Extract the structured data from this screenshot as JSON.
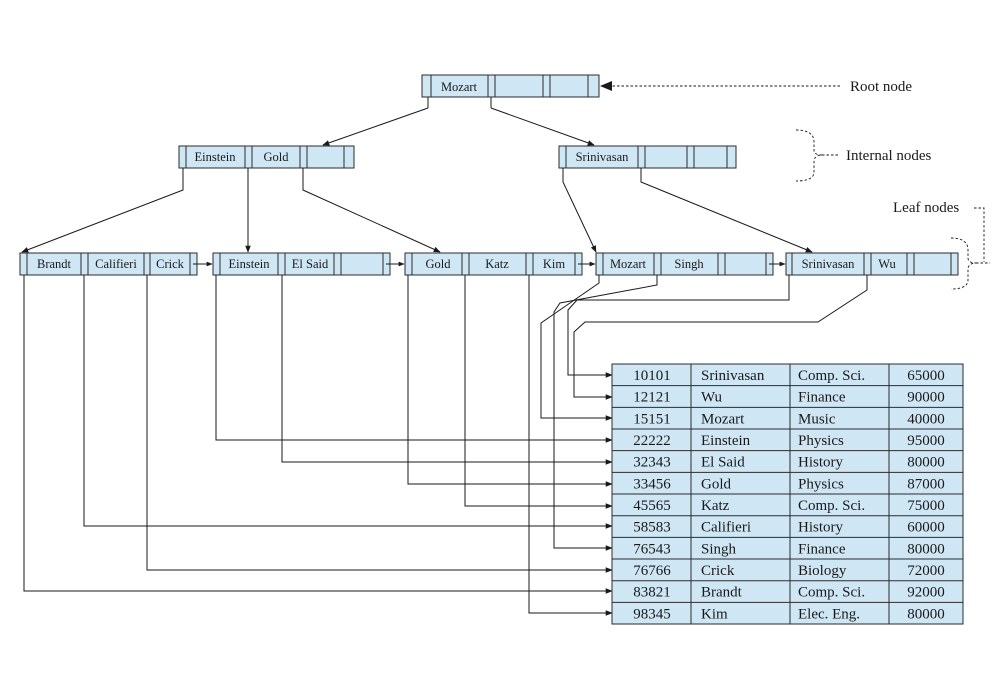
{
  "nodes": {
    "root": [
      "Mozart"
    ],
    "internal_1": [
      "Einstein",
      "Gold"
    ],
    "internal_2": [
      "Srinivasan"
    ],
    "leaf_1": [
      "Brandt",
      "Califieri",
      "Crick"
    ],
    "leaf_2": [
      "Einstein",
      "El Said"
    ],
    "leaf_3": [
      "Gold",
      "Katz",
      "Kim"
    ],
    "leaf_4": [
      "Mozart",
      "Singh"
    ],
    "leaf_5": [
      "Srinivasan",
      "Wu"
    ]
  },
  "labels": {
    "root": "Root node",
    "internal": "Internal nodes",
    "leaf": "Leaf nodes"
  },
  "table": {
    "rows": [
      [
        "10101",
        "Srinivasan",
        "Comp. Sci.",
        "65000"
      ],
      [
        "12121",
        "Wu",
        "Finance",
        "90000"
      ],
      [
        "15151",
        "Mozart",
        "Music",
        "40000"
      ],
      [
        "22222",
        "Einstein",
        "Physics",
        "95000"
      ],
      [
        "32343",
        "El Said",
        "History",
        "80000"
      ],
      [
        "33456",
        "Gold",
        "Physics",
        "87000"
      ],
      [
        "45565",
        "Katz",
        "Comp. Sci.",
        "75000"
      ],
      [
        "58583",
        "Califieri",
        "History",
        "60000"
      ],
      [
        "76543",
        "Singh",
        "Finance",
        "80000"
      ],
      [
        "76766",
        "Crick",
        "Biology",
        "72000"
      ],
      [
        "83821",
        "Brandt",
        "Comp. Sci.",
        "92000"
      ],
      [
        "98345",
        "Kim",
        "Elec. Eng.",
        "80000"
      ]
    ]
  },
  "colors": {
    "node_fill": "#cfe6f5",
    "stroke": "#2b2b2b"
  }
}
